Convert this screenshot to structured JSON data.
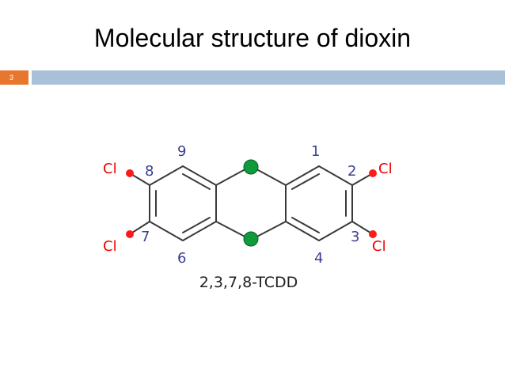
{
  "slide": {
    "title": "Molecular structure of dioxin",
    "number": "3"
  },
  "diagram": {
    "caption": "2,3,7,8-TCDD",
    "position_numbers": {
      "p1": "1",
      "p2": "2",
      "p3": "3",
      "p4": "4",
      "p6": "6",
      "p7": "7",
      "p8": "8",
      "p9": "9"
    },
    "substituent_label": "Cl",
    "colors": {
      "bond": "#3a3a3a",
      "number_text": "#3a3f8f",
      "chlorine_text": "#ee0000",
      "chlorine_dot": "#ff1a1a",
      "oxygen_dot": "#0f9a3c",
      "accent": "#e8772e",
      "header_bar": "#a8c0d8"
    }
  }
}
